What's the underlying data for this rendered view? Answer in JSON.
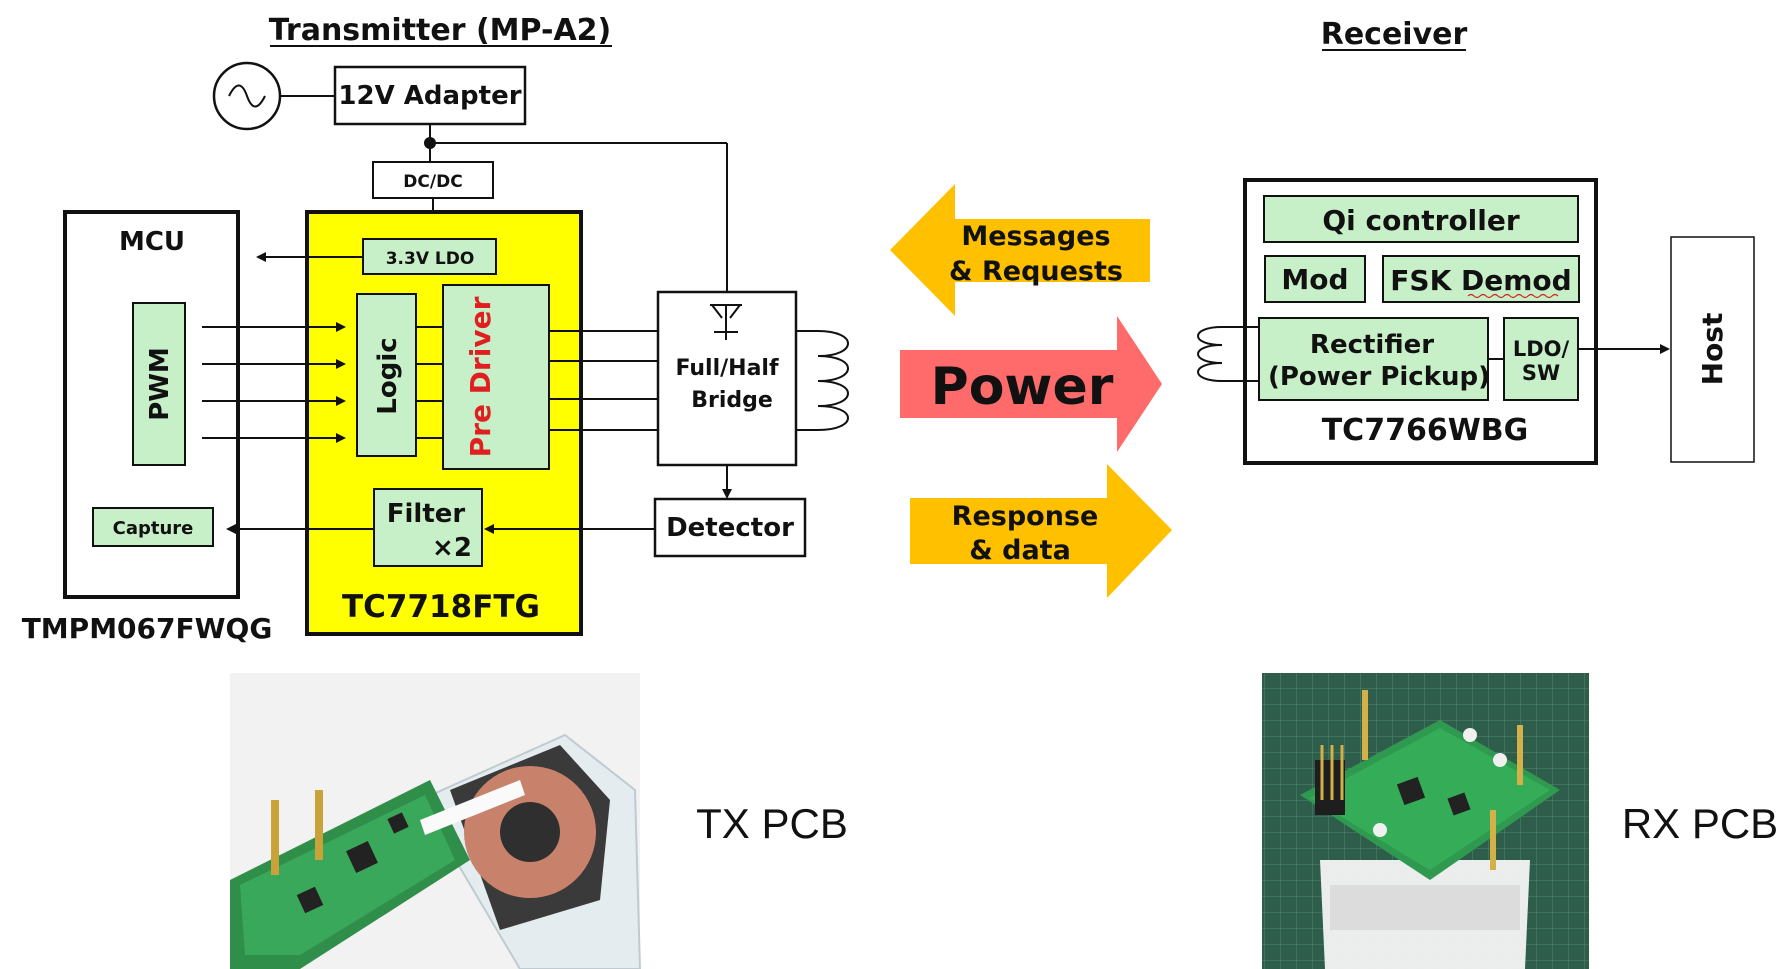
{
  "transmitter": {
    "title": "Transmitter (MP-A2)",
    "adapter": "12V Adapter",
    "dcdc": "DC/DC",
    "ldo": "3.3V LDO",
    "mcu_label": "MCU",
    "pwm": "PWM",
    "capture": "Capture",
    "mcu_part": "TMPM067FWQG",
    "logic": "Logic",
    "predriver": "Pre Driver",
    "filter_line1": "Filter",
    "filter_line2": "×2",
    "chip_part": "TC7718FTG",
    "bridge_line1": "Full/Half",
    "bridge_line2": "Bridge",
    "detector": "Detector"
  },
  "receiver": {
    "title": "Receiver",
    "qi_controller": "Qi controller",
    "mod": "Mod",
    "fsk": "FSK Demod",
    "rectifier_line1": "Rectifier",
    "rectifier_line2": "(Power Pickup)",
    "ldo_line1": "LDO/",
    "ldo_line2": "SW",
    "chip_part": "TC7766WBG",
    "host": "Host"
  },
  "arrows": {
    "messages_line1": "Messages",
    "messages_line2": "& Requests",
    "power": "Power",
    "response_line1": "Response",
    "response_line2": "& data"
  },
  "photos": {
    "tx_caption": "TX PCB",
    "rx_caption": "RX PCB"
  },
  "colors": {
    "chip_yellow": "#ffff00",
    "block_green": "#c8f0c8",
    "arrow_orange": "#ffc000",
    "arrow_red": "#ff6b6b",
    "predriver_text": "#e02020"
  }
}
